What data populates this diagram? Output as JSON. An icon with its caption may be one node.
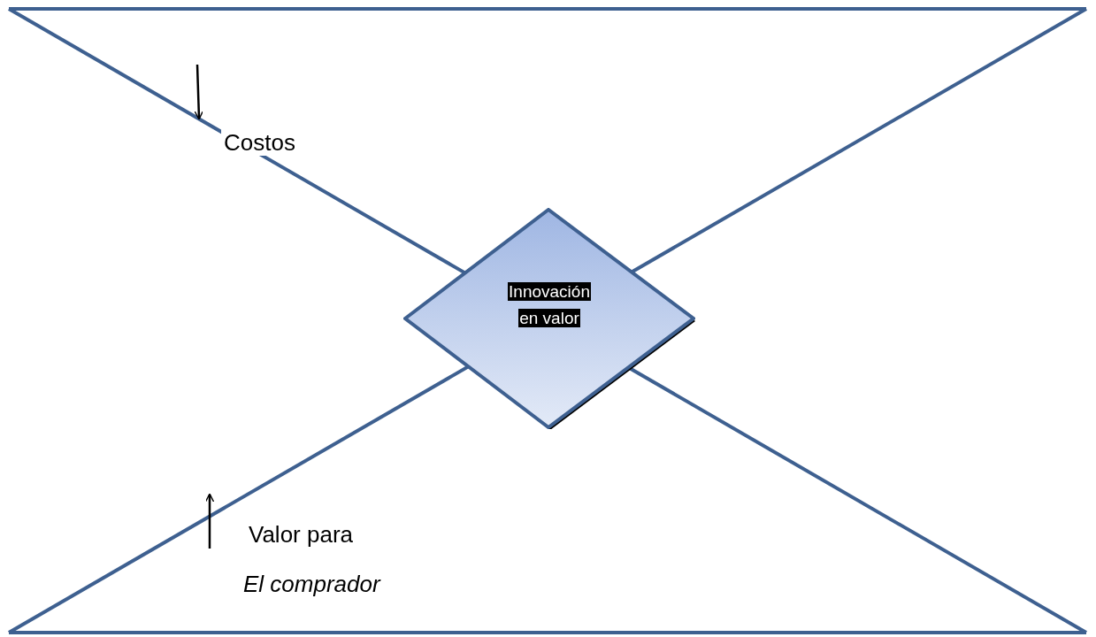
{
  "diagram": {
    "nodes": [
      {
        "text": [
          "Innovación en valor"
        ]
      }
    ],
    "edges": [],
    "labels": [
      "Costos",
      "Valor para",
      "El comprador"
    ]
  }
}
